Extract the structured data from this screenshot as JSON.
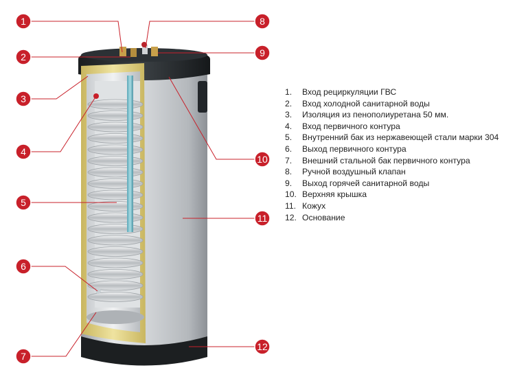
{
  "callout_color": "#c8202a",
  "legend": {
    "items": [
      {
        "num": "1.",
        "label": "Вход рециркуляции ГВС"
      },
      {
        "num": "2.",
        "label": "Вход холодной санитарной воды"
      },
      {
        "num": "3.",
        "label": "Изоляция из пенополиуретана 50 мм."
      },
      {
        "num": "4.",
        "label": "Вход первичного контура"
      },
      {
        "num": "5.",
        "label": "Внутренний бак из нержавеющей стали марки 304"
      },
      {
        "num": "6.",
        "label": "Выход первичного контура"
      },
      {
        "num": "7.",
        "label": "Внешний стальной бак первичного контура"
      },
      {
        "num": "8.",
        "label": "Ручной воздушный клапан"
      },
      {
        "num": "9.",
        "label": "Выход горячей санитарной воды"
      },
      {
        "num": "10.",
        "label": "Верхняя крышка"
      },
      {
        "num": "11.",
        "label": "Кожух"
      },
      {
        "num": "12.",
        "label": "Основание"
      }
    ]
  },
  "callouts": [
    {
      "label": "1"
    },
    {
      "label": "2"
    },
    {
      "label": "3"
    },
    {
      "label": "4"
    },
    {
      "label": "5"
    },
    {
      "label": "6"
    },
    {
      "label": "7"
    },
    {
      "label": "8"
    },
    {
      "label": "9"
    },
    {
      "label": "10"
    },
    {
      "label": "11"
    },
    {
      "label": "12"
    }
  ]
}
